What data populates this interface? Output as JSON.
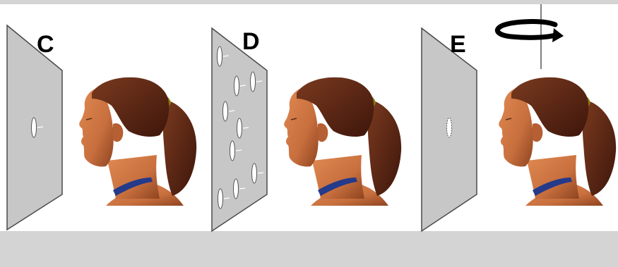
{
  "panels": [
    {
      "label": "C",
      "screen": "single-aperture",
      "rotating": false
    },
    {
      "label": "D",
      "screen": "multiple-apertures",
      "rotating": false
    },
    {
      "label": "E",
      "screen": "single-aperture",
      "rotating": true
    }
  ],
  "colors": {
    "background": "#d4d4d4",
    "content": "#ffffff",
    "screen_fill": "#c7c7c7",
    "screen_edge": "#4a4a4a",
    "skin": "#c86f3e",
    "hair": "#5a2413",
    "band": "#8a7a14",
    "necklace": "#243a8a"
  },
  "icons": [
    "head-profile-icon",
    "rotation-arrow-icon",
    "rotation-axis-icon"
  ]
}
